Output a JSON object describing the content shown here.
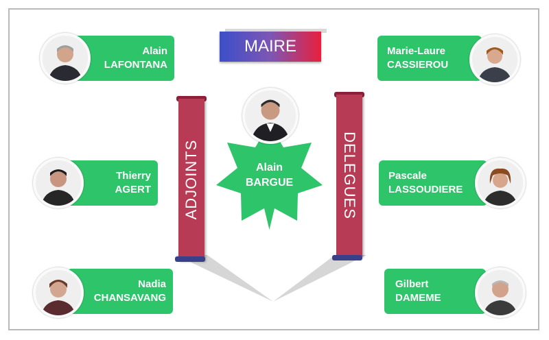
{
  "maire": {
    "banner_label": "MAIRE",
    "first_name": "Alain",
    "last_name": "BARGUE",
    "photo_icon": "person-portrait-icon"
  },
  "adjoints": {
    "label": "ADJOINTS",
    "members": [
      {
        "first_name": "Alain",
        "last_name": "LAFONTANA"
      },
      {
        "first_name": "Thierry",
        "last_name": "AGERT"
      },
      {
        "first_name": "Nadia",
        "last_name": "CHANSAVANG"
      }
    ]
  },
  "delegues": {
    "label": "DELEGUES",
    "members": [
      {
        "first_name": "Marie-Laure",
        "last_name": "CASSIEROU"
      },
      {
        "first_name": "Pascale",
        "last_name": "LASSOUDIERE"
      },
      {
        "first_name": "Gilbert",
        "last_name": "DAMEME"
      }
    ]
  },
  "colors": {
    "card_green": "#2ec46a",
    "scroll_red": "#b83b55",
    "banner_blue": "#3c4fc9",
    "banner_red": "#e8203c"
  }
}
